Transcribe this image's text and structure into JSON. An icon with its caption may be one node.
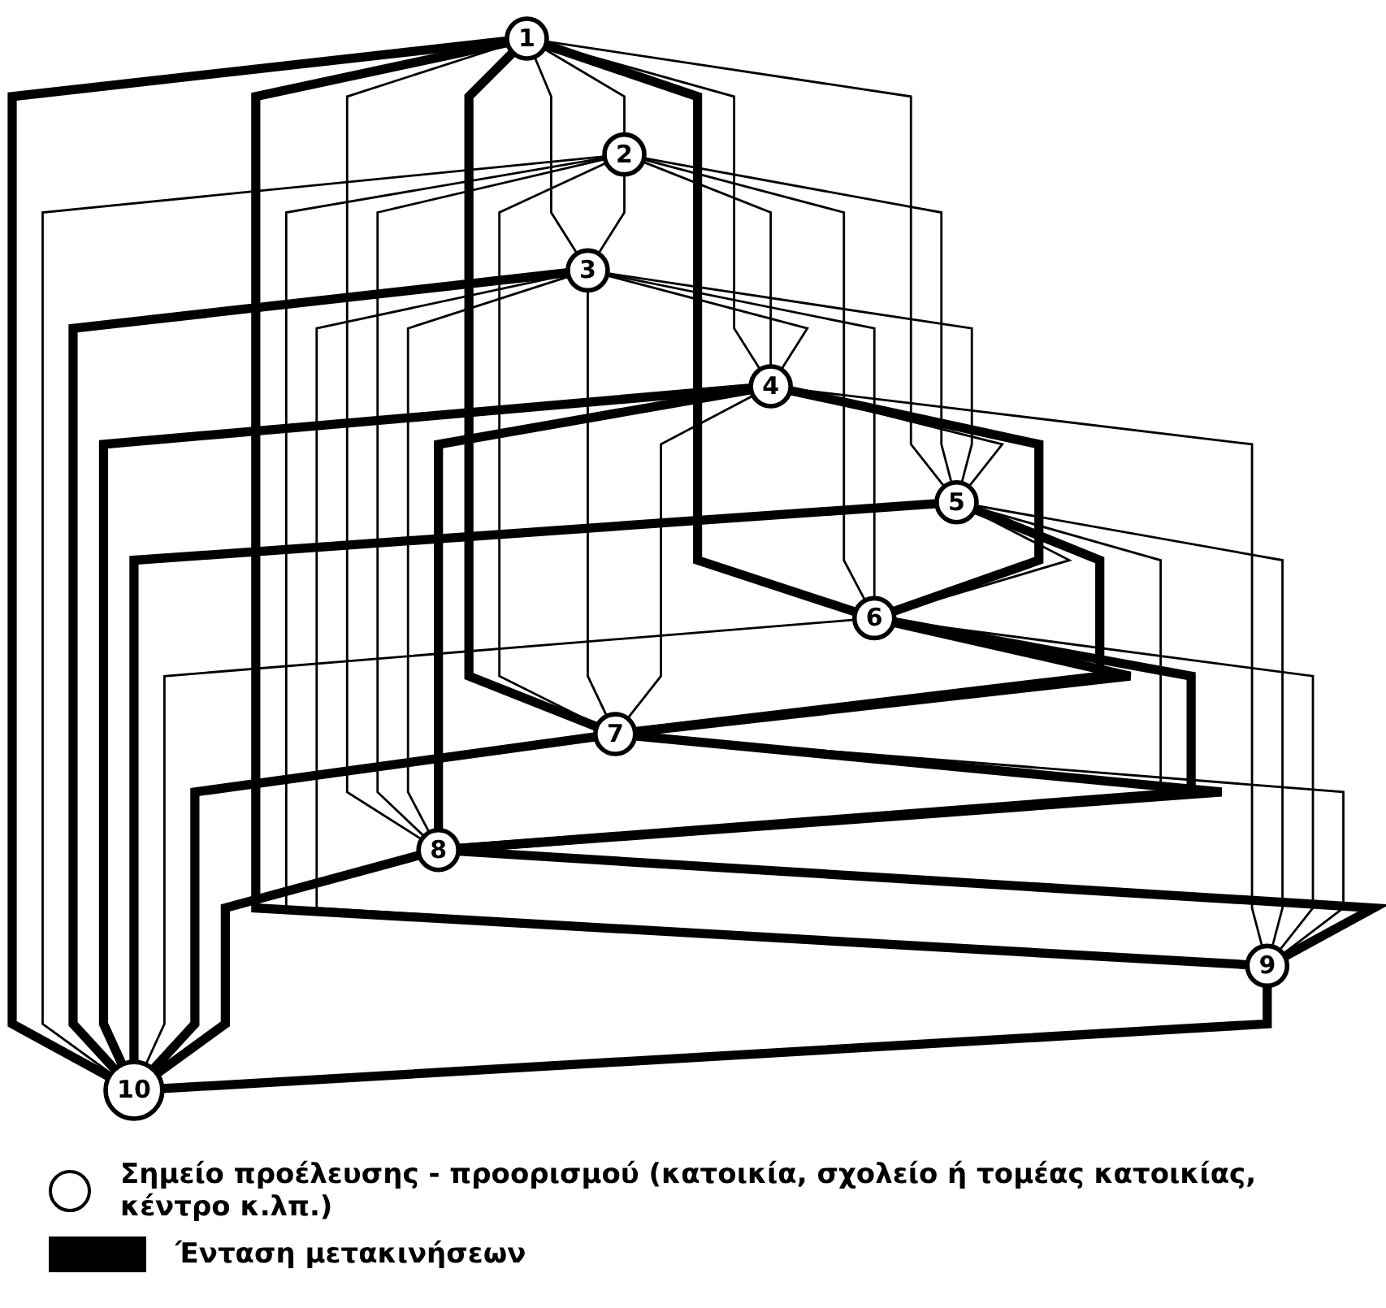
{
  "diagram": {
    "nodes": [
      {
        "text": [
          "1"
        ]
      },
      {
        "text": [
          "2"
        ]
      },
      {
        "text": [
          "3"
        ]
      },
      {
        "text": [
          "4"
        ]
      },
      {
        "text": [
          "5"
        ]
      },
      {
        "text": [
          "6"
        ]
      },
      {
        "text": [
          "7"
        ]
      },
      {
        "text": [
          "8"
        ]
      },
      {
        "text": [
          "9"
        ]
      },
      {
        "text": [
          "10"
        ]
      }
    ],
    "edges": [
      {
        "from": 0,
        "to": 1,
        "arrow": "none"
      },
      {
        "from": 0,
        "to": 2,
        "arrow": "none"
      },
      {
        "from": 0,
        "to": 3,
        "arrow": "none"
      },
      {
        "from": 0,
        "to": 4,
        "arrow": "none"
      },
      {
        "from": 0,
        "to": 5,
        "arrow": "none",
        "style": "thick"
      },
      {
        "from": 0,
        "to": 6,
        "arrow": "none",
        "style": "thick"
      },
      {
        "from": 0,
        "to": 7,
        "arrow": "none"
      },
      {
        "from": 0,
        "to": 8,
        "arrow": "none",
        "style": "thick"
      },
      {
        "from": 0,
        "to": 9,
        "arrow": "none",
        "style": "thick"
      },
      {
        "from": 1,
        "to": 2,
        "arrow": "none"
      },
      {
        "from": 1,
        "to": 3,
        "arrow": "none"
      },
      {
        "from": 1,
        "to": 4,
        "arrow": "none"
      },
      {
        "from": 1,
        "to": 5,
        "arrow": "none"
      },
      {
        "from": 1,
        "to": 6,
        "arrow": "none"
      },
      {
        "from": 1,
        "to": 7,
        "arrow": "none"
      },
      {
        "from": 1,
        "to": 8,
        "arrow": "none"
      },
      {
        "from": 1,
        "to": 9,
        "arrow": "none"
      },
      {
        "from": 2,
        "to": 3,
        "arrow": "none"
      },
      {
        "from": 2,
        "to": 4,
        "arrow": "none"
      },
      {
        "from": 2,
        "to": 5,
        "arrow": "none"
      },
      {
        "from": 2,
        "to": 6,
        "arrow": "none"
      },
      {
        "from": 2,
        "to": 7,
        "arrow": "none"
      },
      {
        "from": 2,
        "to": 8,
        "arrow": "none"
      },
      {
        "from": 2,
        "to": 9,
        "arrow": "none",
        "style": "thick"
      },
      {
        "from": 3,
        "to": 4,
        "arrow": "none"
      },
      {
        "from": 3,
        "to": 5,
        "arrow": "none",
        "style": "thick"
      },
      {
        "from": 3,
        "to": 6,
        "arrow": "none"
      },
      {
        "from": 3,
        "to": 7,
        "arrow": "none",
        "style": "thick"
      },
      {
        "from": 3,
        "to": 8,
        "arrow": "none"
      },
      {
        "from": 3,
        "to": 9,
        "arrow": "none",
        "style": "thick"
      },
      {
        "from": 4,
        "to": 5,
        "arrow": "none"
      },
      {
        "from": 4,
        "to": 6,
        "arrow": "none",
        "style": "thick"
      },
      {
        "from": 4,
        "to": 7,
        "arrow": "none"
      },
      {
        "from": 4,
        "to": 8,
        "arrow": "none"
      },
      {
        "from": 4,
        "to": 9,
        "arrow": "none",
        "style": "thick"
      },
      {
        "from": 5,
        "to": 6,
        "arrow": "none",
        "style": "thick"
      },
      {
        "from": 5,
        "to": 7,
        "arrow": "none",
        "style": "thick"
      },
      {
        "from": 5,
        "to": 8,
        "arrow": "none"
      },
      {
        "from": 5,
        "to": 9,
        "arrow": "none"
      },
      {
        "from": 6,
        "to": 7,
        "arrow": "none",
        "style": "thick"
      },
      {
        "from": 6,
        "to": 8,
        "arrow": "none"
      },
      {
        "from": 6,
        "to": 9,
        "arrow": "none",
        "style": "thick"
      },
      {
        "from": 7,
        "to": 8,
        "arrow": "none",
        "style": "thick"
      },
      {
        "from": 7,
        "to": 9,
        "arrow": "none",
        "style": "thick"
      },
      {
        "from": 8,
        "to": 9,
        "arrow": "none",
        "style": "thick"
      }
    ],
    "legend": [
      {
        "text": "Σημείο προέλευσης - προορισμού (κατοικία, σχολείο ή τομέας κατοικίας, κέντρο κ.λπ.)"
      },
      {
        "text": "Ένταση μετακινήσεων",
        "color": "#000000"
      }
    ]
  }
}
